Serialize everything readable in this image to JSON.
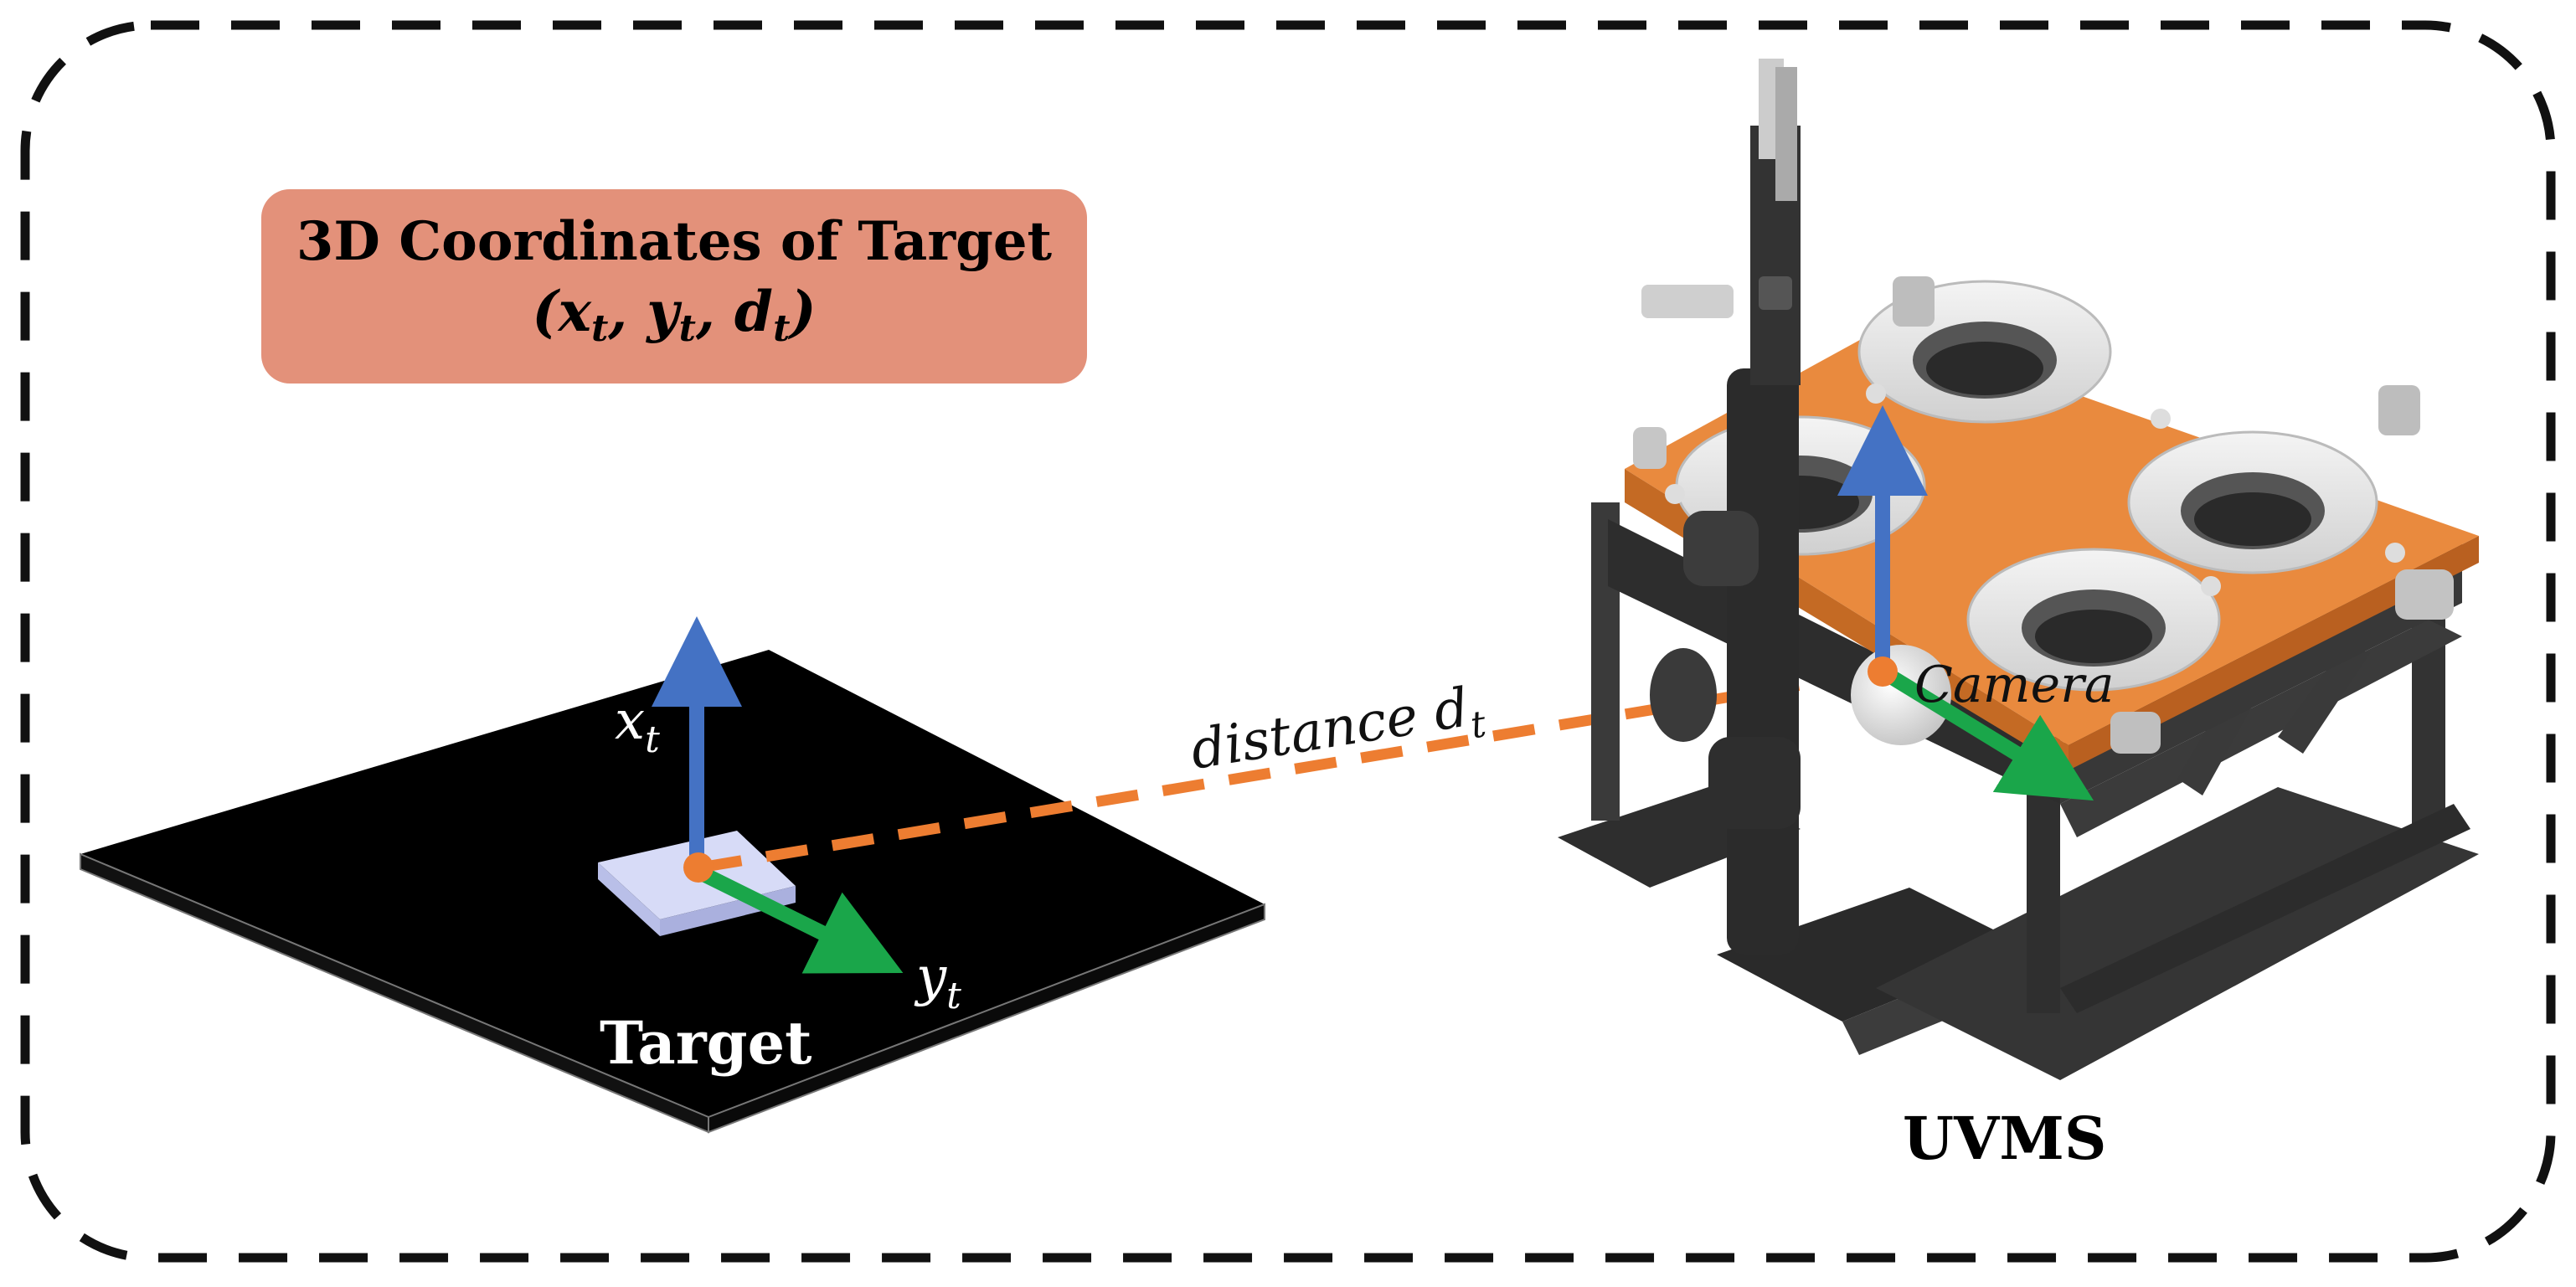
{
  "coord_box": {
    "title": "3D Coordinates of Target",
    "tuple": "(x, y, d)",
    "x": "x",
    "y": "y",
    "d": "d",
    "sub": "t",
    "open": "(",
    "sep": ", ",
    "close": ")"
  },
  "target": {
    "label": "Target",
    "x_axis": "x",
    "y_axis": "y",
    "sub": "t"
  },
  "distance": {
    "label": "distance d",
    "sub": "t"
  },
  "camera": {
    "label": "Camera"
  },
  "vehicle": {
    "label": "UVMS"
  },
  "colors": {
    "box_fill": "#e3917a",
    "x_axis_arrow": "#4472c4",
    "y_axis_arrow": "#1aa64a",
    "distance_line": "#ed7d31",
    "target_plate": "#000000",
    "target_block": "#c7cdf2",
    "vehicle_frame": "#3a3a3a",
    "vehicle_top": "#e98a3e"
  }
}
